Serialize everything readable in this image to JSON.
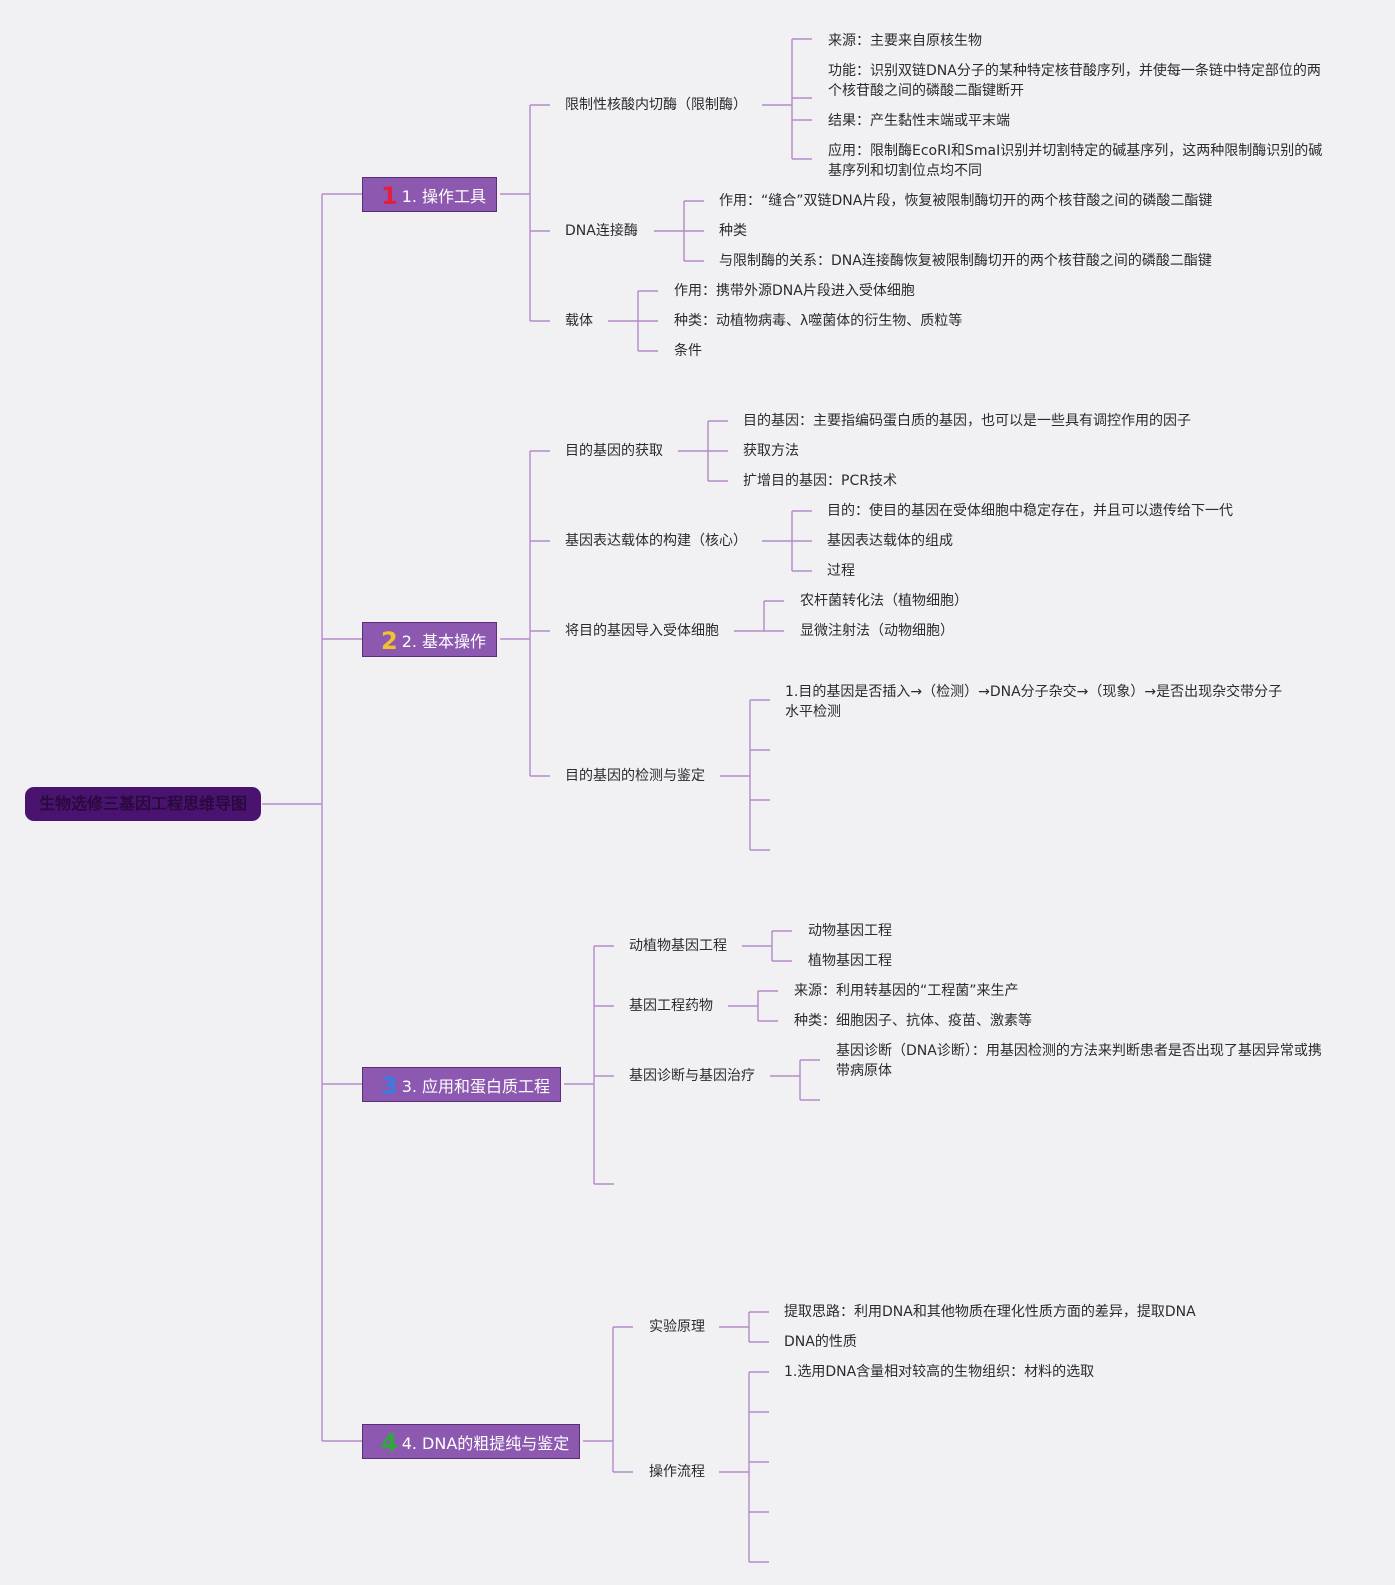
{
  "root": "生物选修三基因工程思维导图",
  "colors": {
    "root_bg": "#4a1370",
    "branch_bg": "#8c58b0",
    "line": "#b48ac8",
    "num1": "#e0203c",
    "num2": "#f2c12e",
    "num3": "#3a7de0",
    "num4": "#2fa83a"
  },
  "branches": [
    {
      "num": "1",
      "label": "1. 操作工具"
    },
    {
      "num": "2",
      "label": "2. 基本操作"
    },
    {
      "num": "3",
      "label": "3. 应用和蛋白质工程"
    },
    {
      "num": "4",
      "label": "4. DNA的粗提纯与鉴定"
    }
  ],
  "b1": {
    "enzyme": "限制性核酸内切酶（限制酶）",
    "enzyme_items": [
      "来源：主要来自原核生物",
      "功能：识别双链DNA分子的某种特定核苷酸序列，并使每一条链中特定部位的两个核苷酸之间的磷酸二酯键断开",
      "结果：产生黏性末端或平末端",
      "应用：限制酶EcoRI和SmaI识别并切割特定的碱基序列，这两种限制酶识别的碱基序列和切割位点均不同"
    ],
    "ligase": "DNA连接酶",
    "ligase_items": [
      "作用：“缝合”双链DNA片段，恢复被限制酶切开的两个核苷酸之间的磷酸二酯键",
      "种类",
      "与限制酶的关系：DNA连接酶恢复被限制酶切开的两个核苷酸之间的磷酸二酯键"
    ],
    "vector": "载体",
    "vector_items": [
      "作用：携带外源DNA片段进入受体细胞",
      "种类：动植物病毒、λ噬菌体的衍生物、质粒等",
      "条件"
    ]
  },
  "b2": {
    "obtain": "目的基因的获取",
    "obtain_items": [
      "目的基因：主要指编码蛋白质的基因，也可以是一些具有调控作用的因子",
      "获取方法",
      "扩增目的基因：PCR技术"
    ],
    "construct": "基因表达载体的构建（核心）",
    "construct_items": [
      "目的：使目的基因在受体细胞中稳定存在，并且可以遗传给下一代",
      "基因表达载体的组成",
      "过程"
    ],
    "introduce": "将目的基因导入受体细胞",
    "introduce_items": [
      "农杆菌转化法（植物细胞）",
      "显微注射法（动物细胞）"
    ],
    "detect": "目的基因的检测与鉴定",
    "detect_items": [
      "1.目的基因是否插入→（检测）→DNA分子杂交→（现象）→是否出现杂交带分子水平检测"
    ]
  },
  "b3": {
    "animal_plant": "动植物基因工程",
    "animal_plant_items": [
      "动物基因工程",
      "植物基因工程"
    ],
    "drug": "基因工程药物",
    "drug_items": [
      "来源：利用转基因的“工程菌”来生产",
      "种类：细胞因子、抗体、疫苗、激素等"
    ],
    "diag": "基因诊断与基因治疗",
    "diag_items": [
      "基因诊断（DNA诊断）：用基因检测的方法来判断患者是否出现了基因异常或携带病原体"
    ]
  },
  "b4": {
    "principle": "实验原理",
    "principle_items": [
      "提取思路：利用DNA和其他物质在理化性质方面的差异，提取DNA",
      "DNA的性质"
    ],
    "process": "操作流程",
    "process_items": [
      "1.选用DNA含量相对较高的生物组织：材料的选取"
    ]
  }
}
